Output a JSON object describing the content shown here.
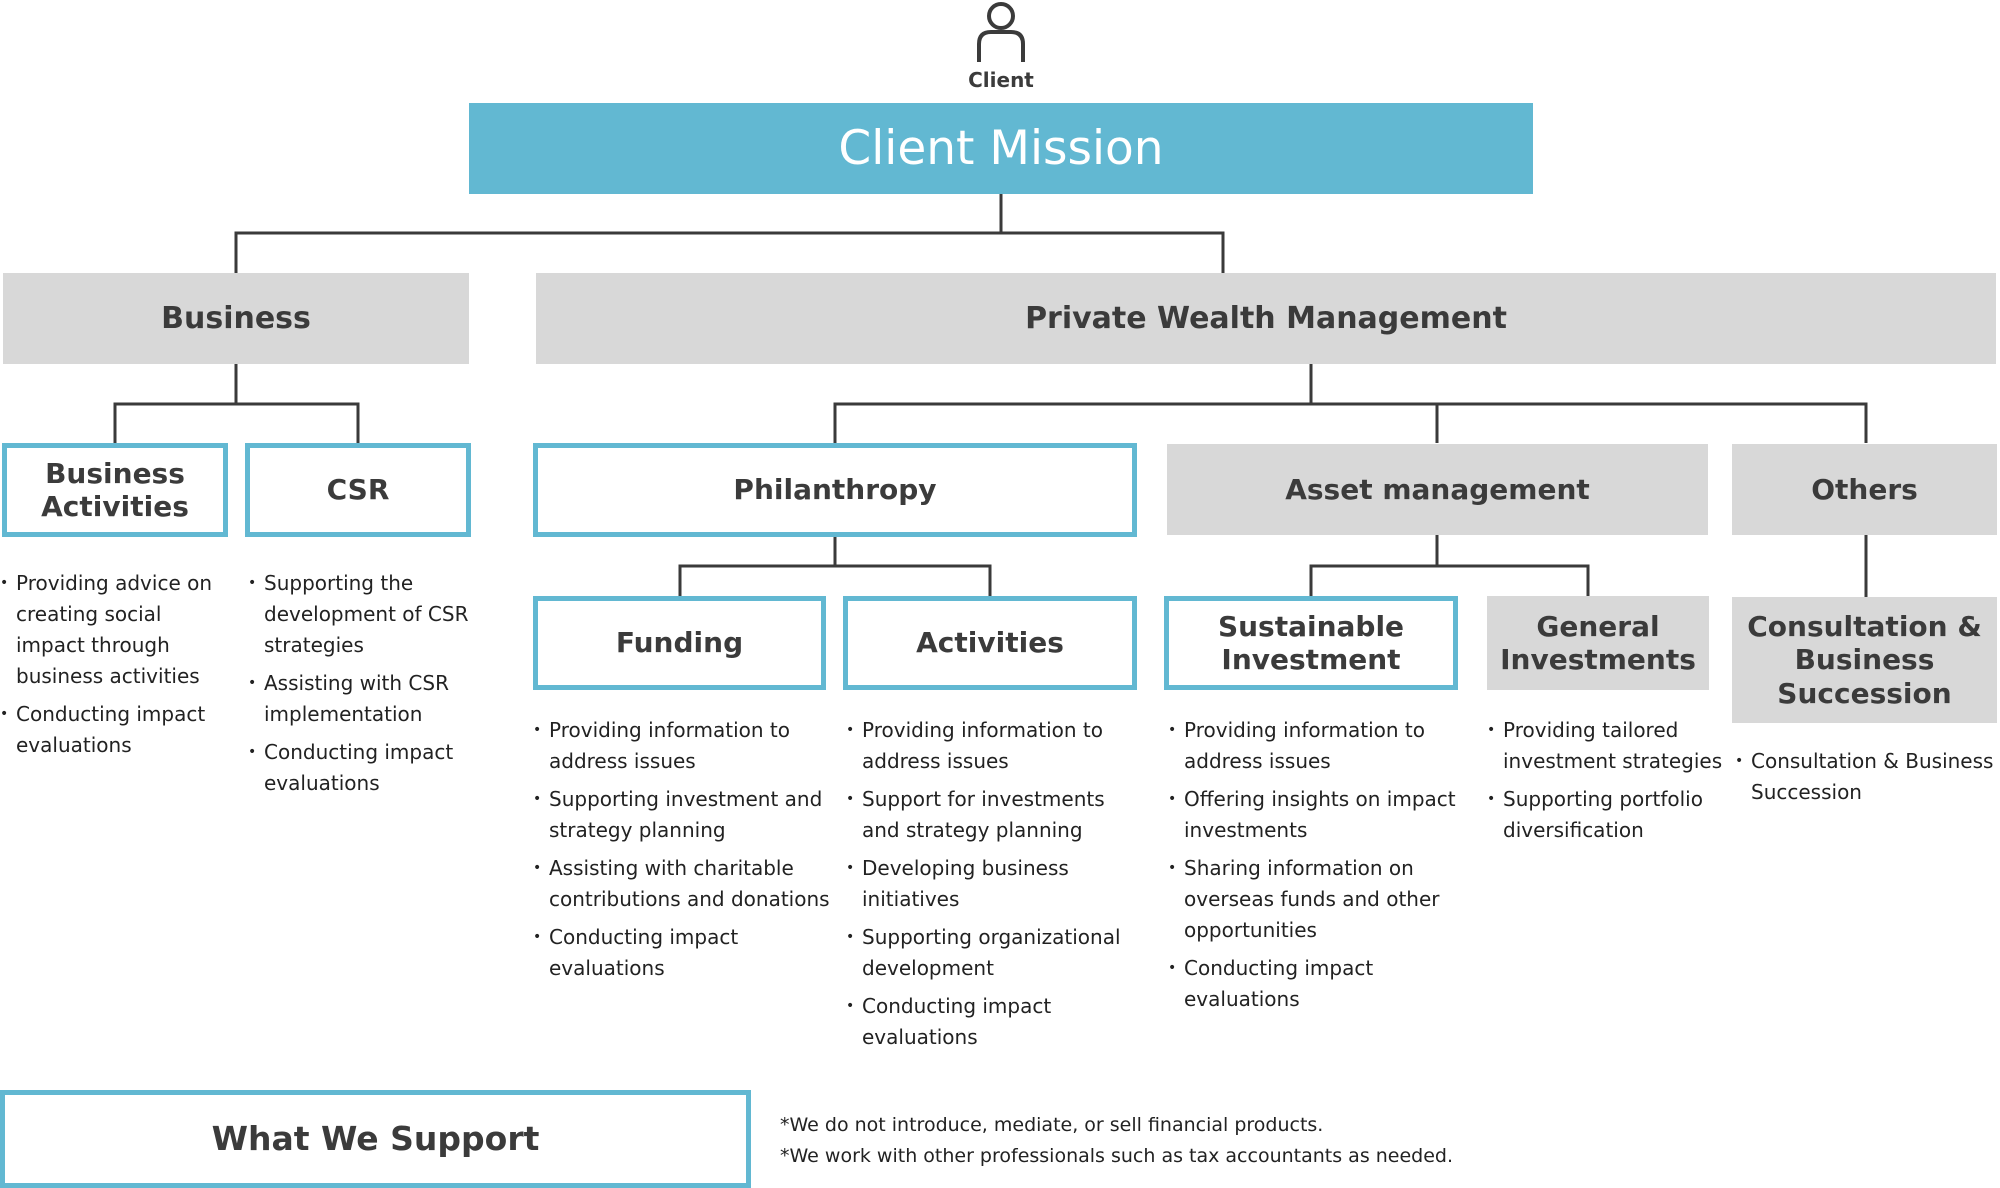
{
  "client_label": "Client",
  "mission": "Client Mission",
  "business": {
    "title": "Business",
    "activities": {
      "title_lines": [
        "Business",
        "Activities"
      ],
      "items": [
        "Providing advice on creating social impact through business activities",
        "Conducting impact evaluations"
      ]
    },
    "csr": {
      "title": "CSR",
      "items": [
        "Supporting the development of CSR strategies",
        "Assisting with CSR implementation",
        "Conducting impact evaluations"
      ]
    }
  },
  "pwm": {
    "title": "Private Wealth Management",
    "philanthropy": {
      "title": "Philanthropy",
      "funding": {
        "title": "Funding",
        "items": [
          "Providing information to address issues",
          "Supporting investment and strategy planning",
          "Assisting with charitable contributions and donations",
          "Conducting impact evaluations"
        ]
      },
      "activities": {
        "title": "Activities",
        "items": [
          "Providing information to address issues",
          "Support for investments and strategy planning",
          "Developing business initiatives",
          "Supporting organizational development",
          "Conducting impact evaluations"
        ]
      }
    },
    "asset_management": {
      "title": "Asset management",
      "sustainable": {
        "title_lines": [
          "Sustainable",
          "Investment"
        ],
        "items": [
          "Providing information to address issues",
          "Offering insights on impact investments",
          "Sharing information on overseas funds and other opportunities",
          "Conducting impact evaluations"
        ]
      },
      "general": {
        "title_lines": [
          "General",
          "Investments"
        ],
        "items": [
          "Providing tailored investment strategies",
          "Supporting portfolio diversification"
        ]
      }
    },
    "others": {
      "title": "Others",
      "consultation": {
        "title_lines": [
          "Consultation &",
          "Business",
          "Succession"
        ],
        "items": [
          "Consultation & Business Succession"
        ]
      }
    }
  },
  "legend": "What We Support",
  "notes": [
    "*We do not introduce, mediate, or sell financial products.",
    "*We work with other professionals such as tax accountants as needed."
  ],
  "colors": {
    "accent": "#62b8d2",
    "gray_box": "#d8d8d8",
    "connector": "#3a3a3a"
  }
}
